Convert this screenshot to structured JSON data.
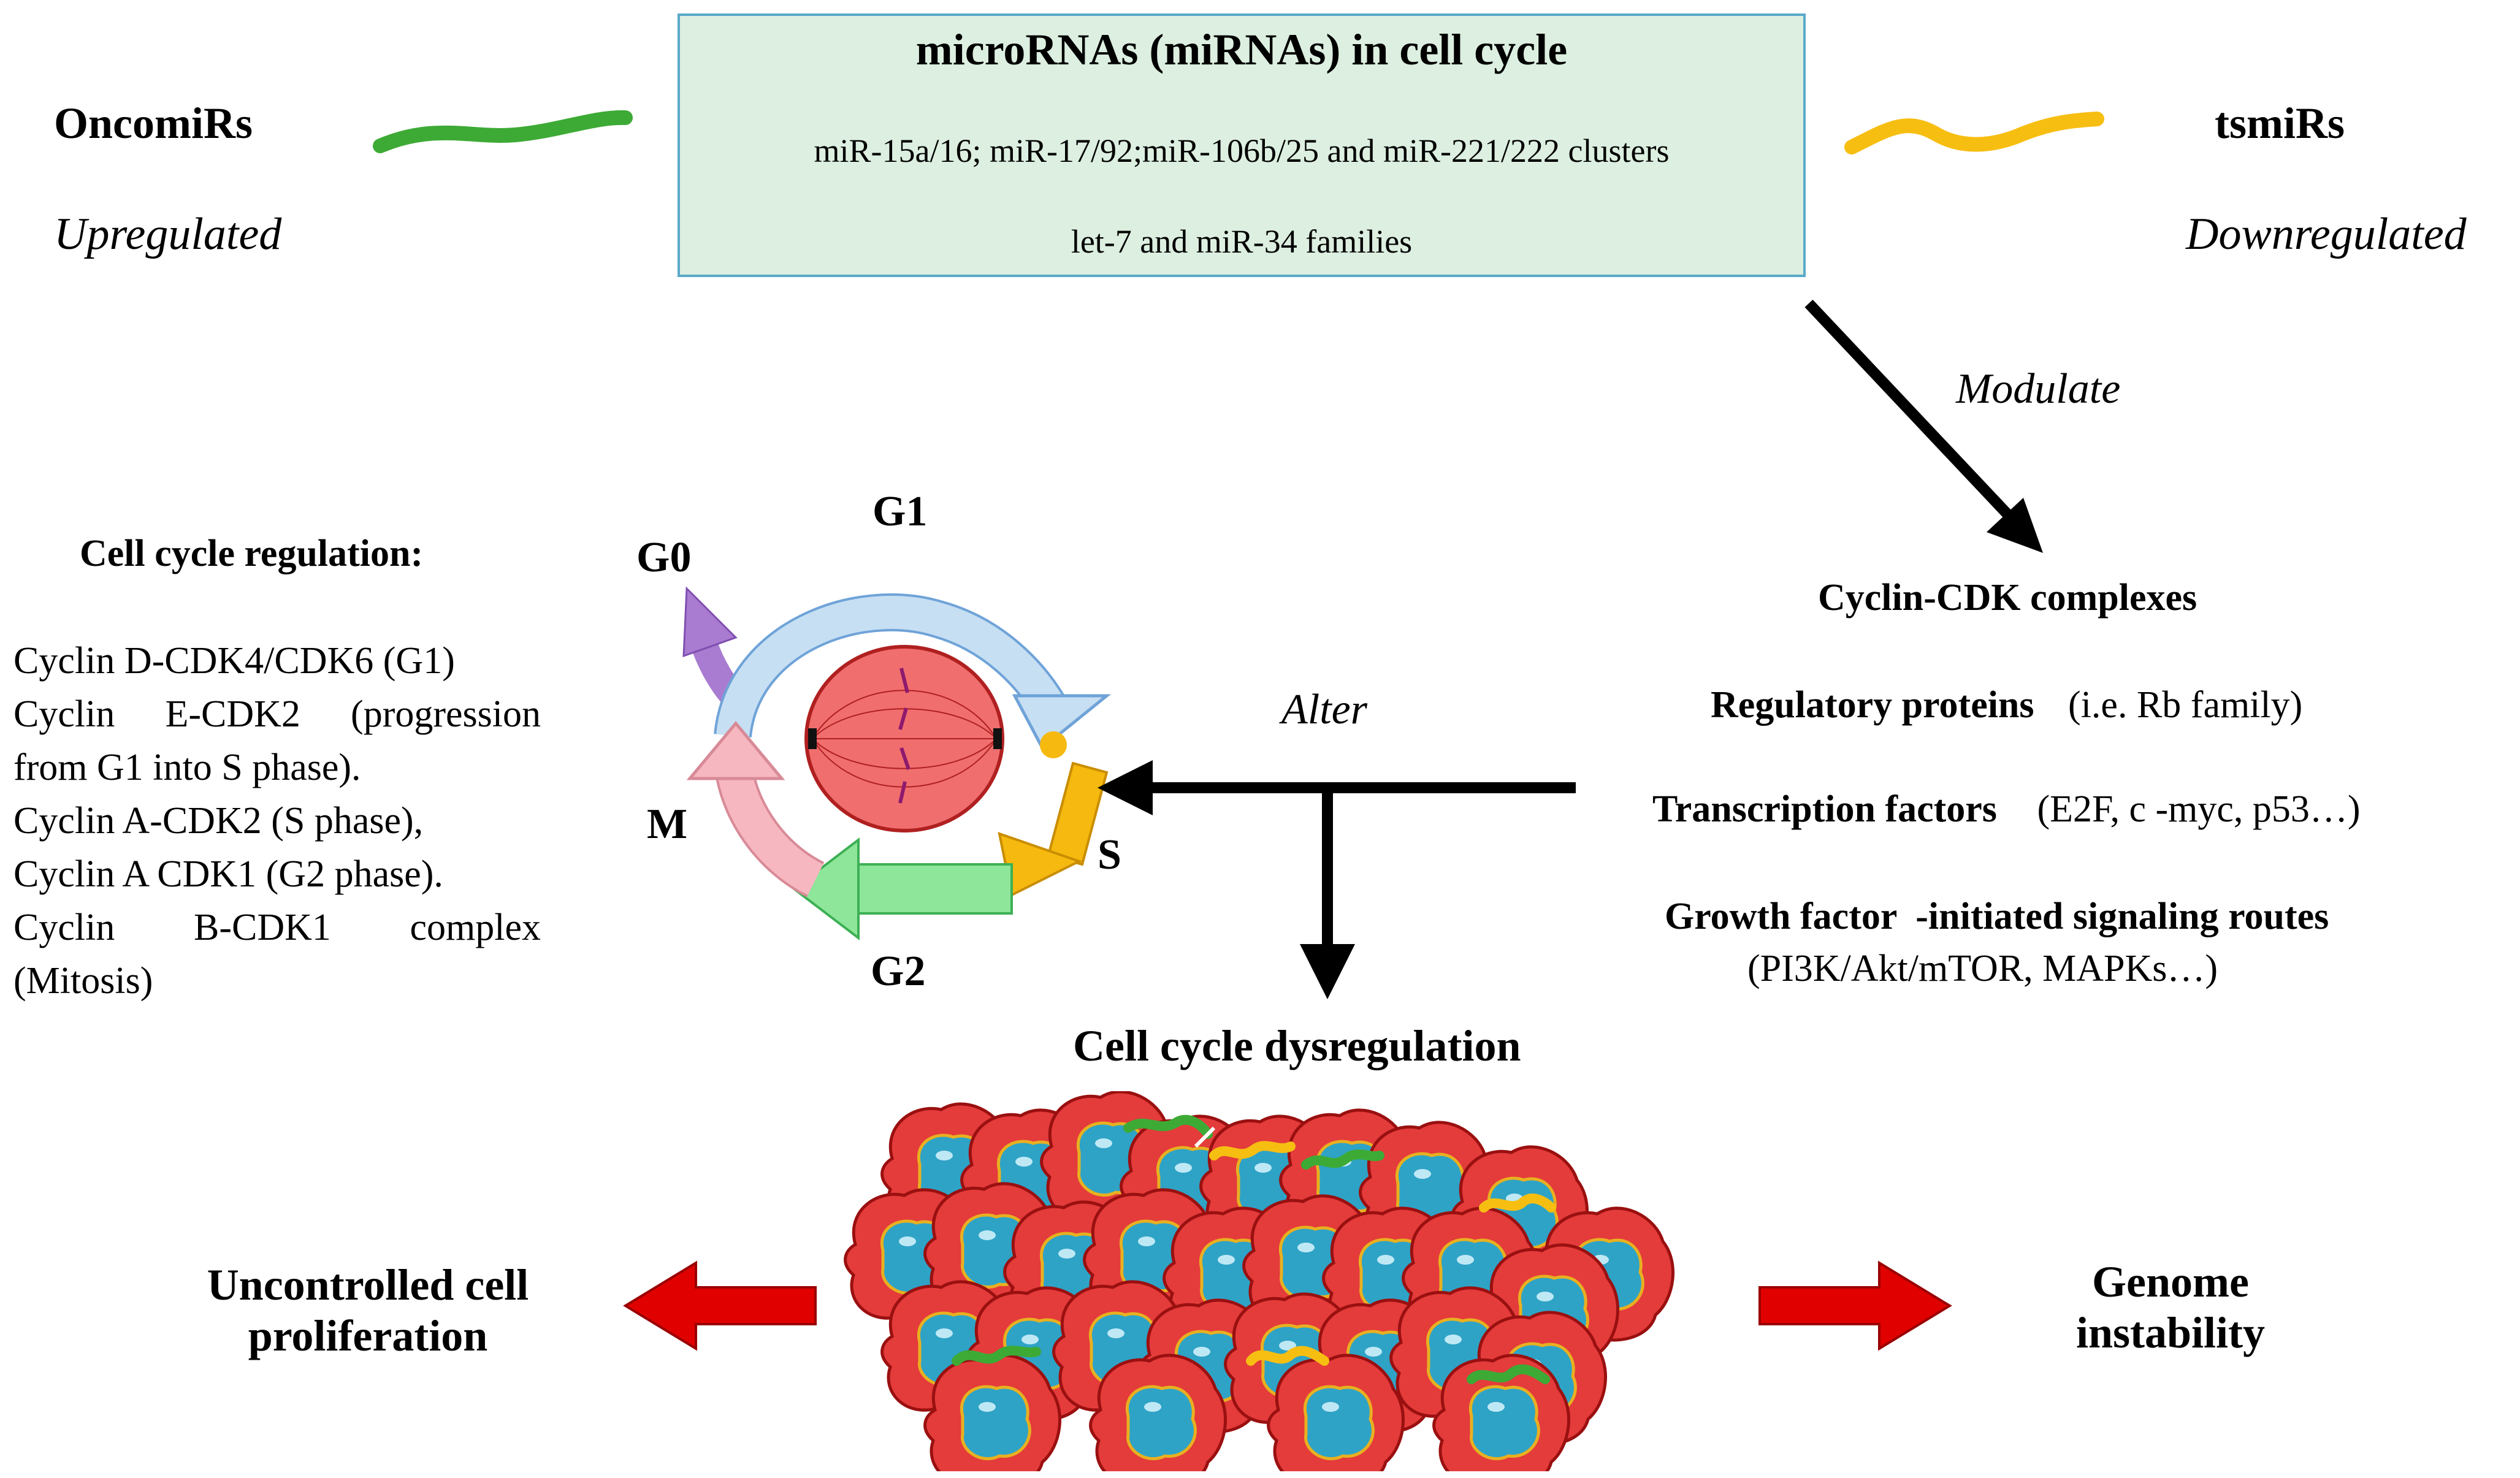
{
  "top_box": {
    "title": "microRNAs (miRNAs) in cell cycle",
    "line1": "miR-15a/16; miR-17/92;miR-106b/25 and miR-221/222 clusters",
    "line2": "let-7 and miR-34 families"
  },
  "oncomirs": {
    "label": "OncomiRs",
    "status": "Upregulated",
    "color": "#3daa35"
  },
  "tsmirs": {
    "label": "tsmiRs",
    "status": "Downregulated",
    "color": "#f7be12"
  },
  "modulate_label": "Modulate",
  "alter_label": "Alter",
  "cell_cycle_regulation": {
    "title": "Cell cycle regulation:",
    "items": [
      "Cyclin D-CDK4/CDK6 (G1)",
      "Cyclin E-CDK2 (progression",
      "from G1 into S phase).",
      "Cyclin A-CDK2 (S phase),",
      "Cyclin A CDK1 (G2 phase).",
      "Cyclin B-CDK1 complex",
      "(Mitosis)"
    ]
  },
  "phases": {
    "g1": "G1",
    "g0": "G0",
    "m": "M",
    "s": "S",
    "g2": "G2"
  },
  "phase_colors": {
    "g1": "#c6dff3",
    "g0": "#a97bd1",
    "m": "#f7b7c1",
    "s": "#f5b90f",
    "g2": "#8ee69b"
  },
  "right_targets": {
    "cyclin_cdk": "Cyclin-CDK complexes",
    "regulatory_bold": "Regulatory proteins",
    "regulatory_detail": "(i.e. Rb family)",
    "transcription_bold": "Transcription factors",
    "transcription_detail": "(E2F, c -myc, p53…)",
    "growth_bold": "Growth factor  -initiated signaling routes",
    "growth_detail": "(PI3K/Akt/mTOR, MAPKs…)"
  },
  "dysregulation_label": "Cell cycle dysregulation",
  "left_outcome": [
    "Uncontrolled cell",
    "proliferation"
  ],
  "right_outcome": [
    "Genome",
    "instability"
  ],
  "outcome_arrow_color": "#e00000",
  "cell_colors": {
    "membrane": "#e43b3b",
    "nucleus": "#2ea3c6"
  }
}
